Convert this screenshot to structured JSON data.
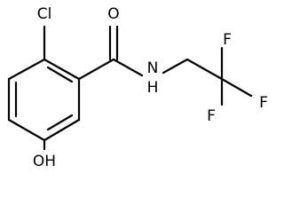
{
  "molecule": {
    "atoms": {
      "cl": "Cl",
      "o_carbonyl": "O",
      "n_amide": "N",
      "h_amide": "H",
      "f_top": "F",
      "f_right": "F",
      "f_bottom": "F",
      "hydroxyl": "OH"
    }
  }
}
